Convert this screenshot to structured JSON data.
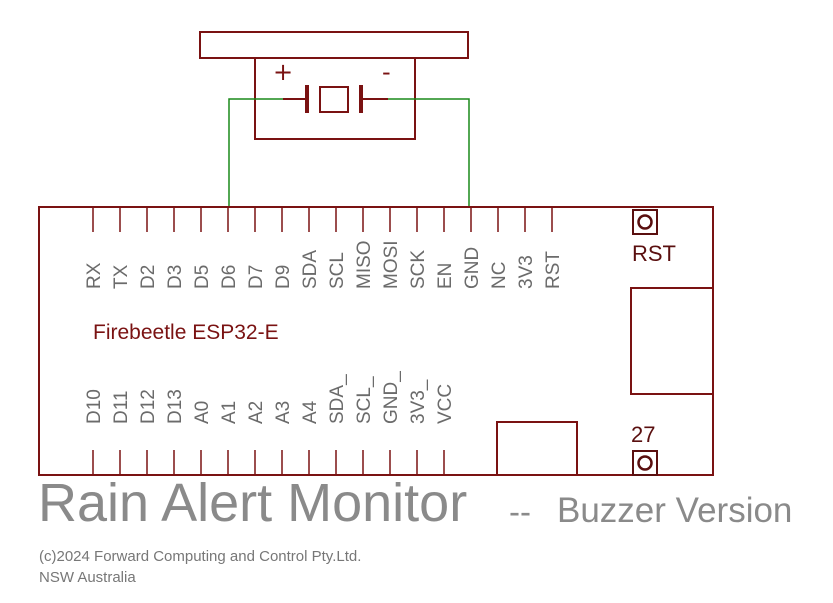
{
  "board": {
    "name": "Firebeetle ESP32-E",
    "top_pins": [
      "RX",
      "TX",
      "D2",
      "D3",
      "D5",
      "D6",
      "D7",
      "D9",
      "SDA",
      "SCL",
      "MISO",
      "MOSI",
      "SCK",
      "EN",
      "GND",
      "NC",
      "3V3",
      "RST"
    ],
    "bottom_pins": [
      "D10",
      "D11",
      "D12",
      "D13",
      "A0",
      "A1",
      "A2",
      "A3",
      "A4",
      "SDA_",
      "SCL_",
      "GND_",
      "3V3_",
      "VCC"
    ],
    "reset_label": "RST",
    "pad_label": "27"
  },
  "buzzer": {
    "plus_label": "+",
    "minus_label": "-"
  },
  "title": {
    "main": "Rain Alert Monitor",
    "separator": "--",
    "subtitle": "Buzzer Version"
  },
  "footer": {
    "copyright": "(c)2024 Forward Computing and Control Pty.Ltd.",
    "location": "NSW Australia"
  },
  "colors": {
    "outline": "#7a1212",
    "wire": "#1a8a1a",
    "label": "#6b6b6b",
    "title": "#8a8a8a"
  }
}
